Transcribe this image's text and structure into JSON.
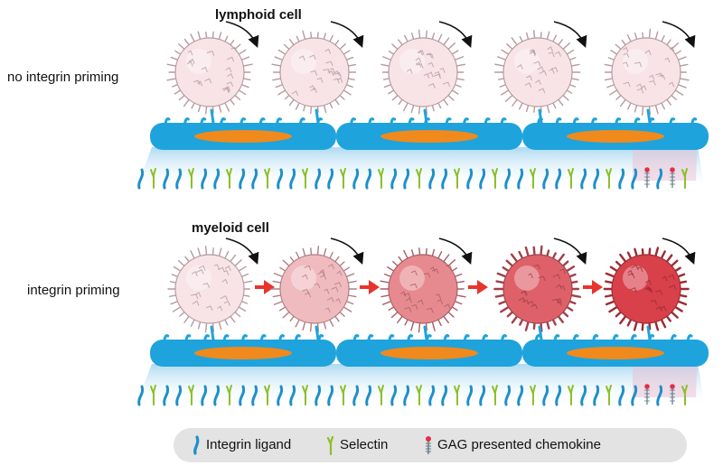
{
  "figure": {
    "panels": [
      {
        "title": "lymphoid cell",
        "row_label": "no integrin priming",
        "cell_activation_levels": [
          0,
          0,
          0,
          0,
          0
        ],
        "shows_activation_arrows": false
      },
      {
        "title": "myeloid cell",
        "row_label": "integrin priming",
        "cell_activation_levels": [
          0,
          0.25,
          0.55,
          0.8,
          1
        ],
        "shows_activation_arrows": true
      }
    ],
    "endothelial_cells_per_row": 3
  },
  "legend": {
    "items": [
      {
        "label": "Integrin ligand",
        "icon": "integrin-ligand-icon"
      },
      {
        "label": "Selectin",
        "icon": "selectin-icon"
      },
      {
        "label": "GAG presented chemokine",
        "icon": "gag-chemokine-icon"
      }
    ]
  },
  "colors": {
    "endothelium": "#1fa3dc",
    "nucleus": "#f08a1c",
    "integrin_ligand": "#1e8fc8",
    "selectin": "#8cbf2a",
    "chemokine_head": "#e0304a",
    "activation_arrow": "#e8342c",
    "resting_cell": "#f8e4e6",
    "active_cell": "#d8404a"
  }
}
